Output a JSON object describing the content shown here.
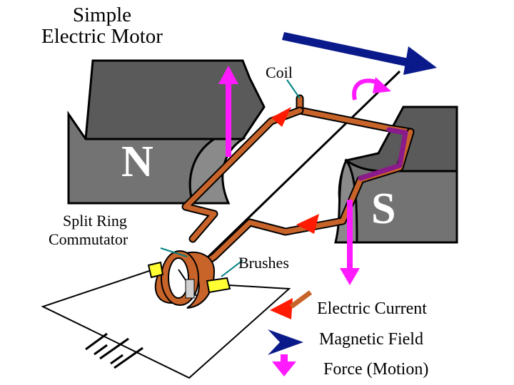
{
  "title": {
    "line1": "Simple",
    "line2": "Electric Motor"
  },
  "labels": {
    "coil": "Coil",
    "commutator_line1": "Split Ring",
    "commutator_line2": "Commutator",
    "brushes": "Brushes"
  },
  "poles": {
    "north": "N",
    "south": "S"
  },
  "legend": [
    {
      "label": "Electric Current",
      "color": "#ff1a00"
    },
    {
      "label": "Magnetic Field",
      "color": "#0a1a8a"
    },
    {
      "label": "Force (Motion)",
      "color": "#ff1aff"
    }
  ],
  "colors": {
    "magnet": "#737373",
    "coil": "#c8642a",
    "current": "#ff1a00",
    "field": "#0a1a8a",
    "force": "#ff1aff",
    "brush": "#ffff33",
    "coil_back": "#8b1a8b"
  }
}
